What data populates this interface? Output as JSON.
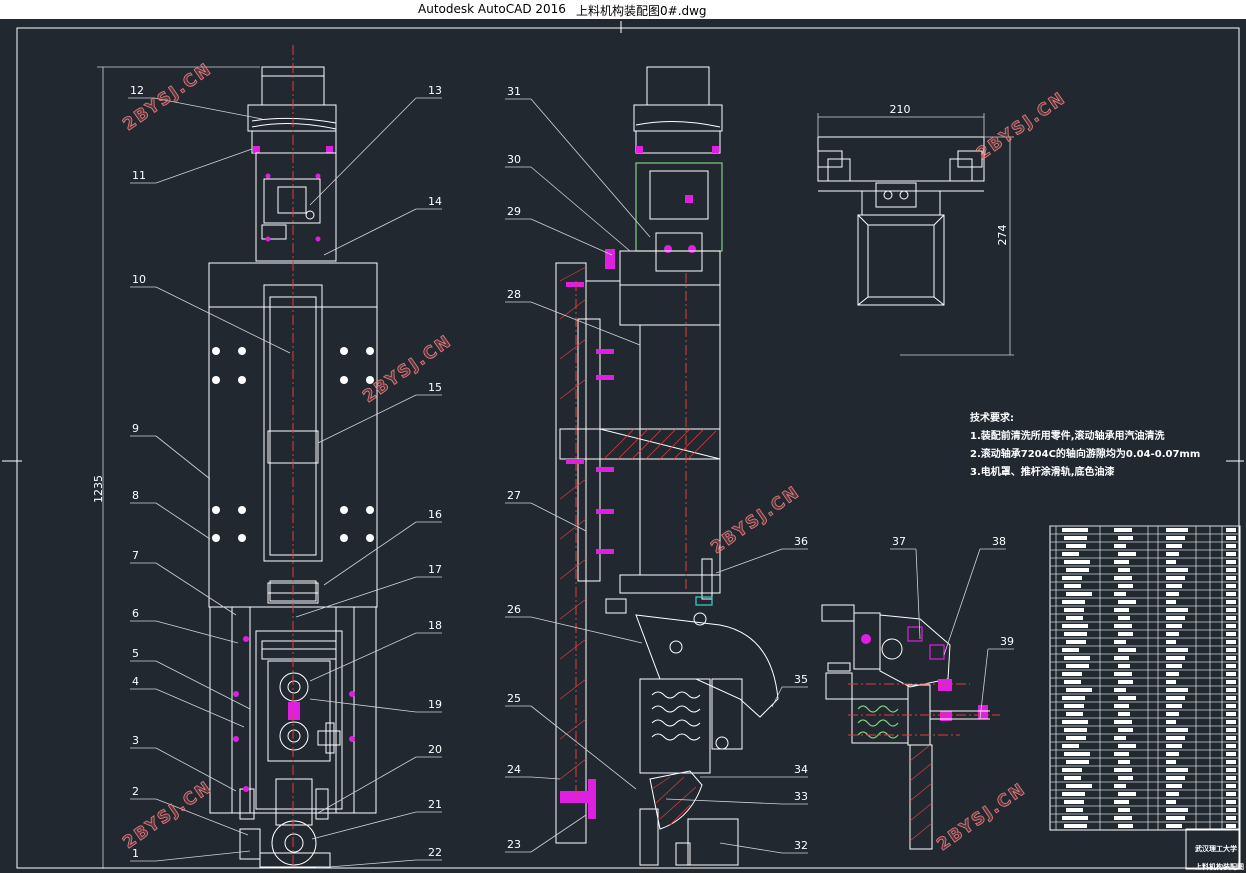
{
  "window": {
    "app_title": "Autodesk AutoCAD 2016",
    "file_name": "上料机构装配图0#.dwg"
  },
  "part_labels": [
    "1",
    "2",
    "3",
    "4",
    "5",
    "6",
    "7",
    "8",
    "9",
    "10",
    "11",
    "12",
    "13",
    "14",
    "15",
    "16",
    "17",
    "18",
    "19",
    "20",
    "21",
    "22",
    "23",
    "24",
    "25",
    "26",
    "27",
    "28",
    "29",
    "30",
    "31",
    "32",
    "33",
    "34",
    "35",
    "36",
    "37",
    "38",
    "39"
  ],
  "dimensions": {
    "overall_height": "1235",
    "top_view_width": "210",
    "top_view_height": "274"
  },
  "technical_requirements": {
    "heading": "技术要求:",
    "items": [
      "1.装配前清洗所用零件,滚动轴承用汽油清洗",
      "2.滚动轴承7204C的轴向游隙均为0.04-0.07mm",
      "3.电机罩、推杆涂滑轨,底色油漆"
    ]
  },
  "title_block": {
    "school": "武汉理工大学",
    "drawing_title": "上料机构装配图"
  },
  "watermark": "2BYSJ.CN",
  "colors": {
    "background": "#212830",
    "lines": "#ffffff",
    "centerline": "#e23a3a",
    "screws": "#e020e0",
    "watermark": "#e06060"
  }
}
